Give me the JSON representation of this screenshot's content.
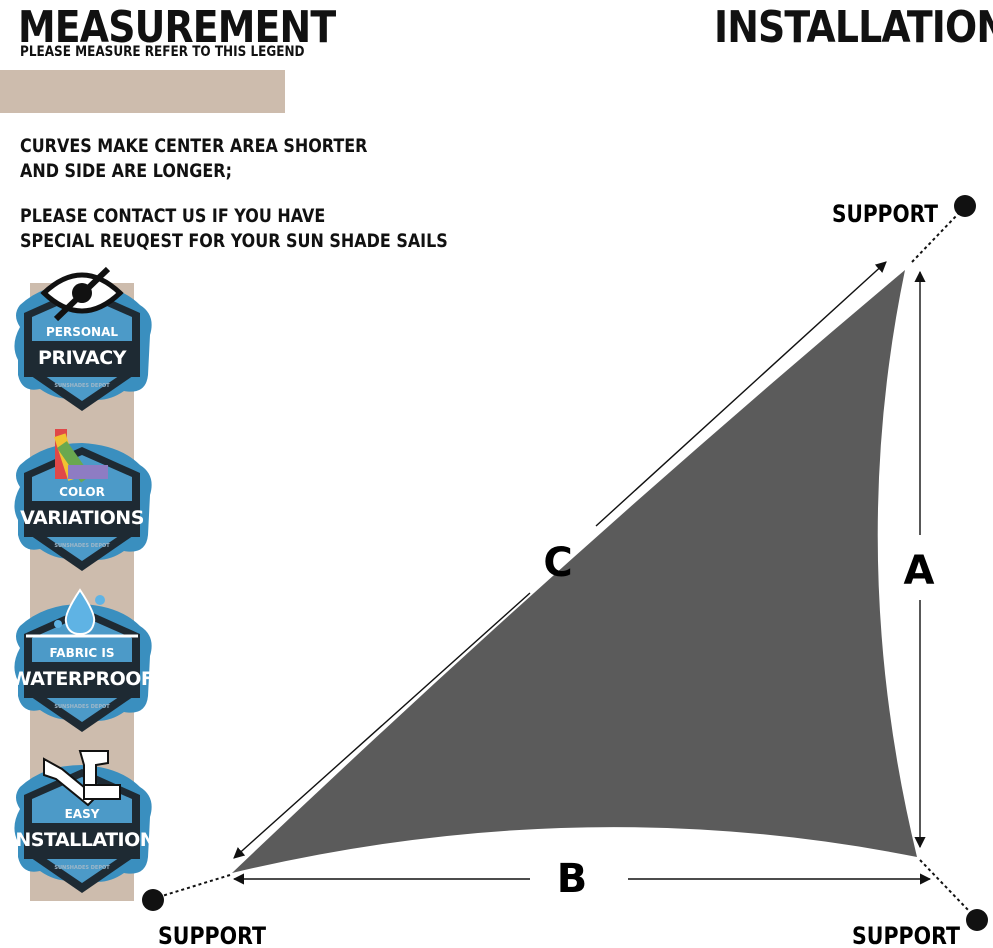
{
  "header": {
    "measurement_title": "MEASUREMENT",
    "measurement_subtitle": "PLEASE MEASURE REFER TO THIS LEGEND",
    "installation_title": "INSTALLATION"
  },
  "notes": {
    "line1": "CURVES MAKE CENTER AREA SHORTER\nAND SIDE ARE LONGER;",
    "line2": "PLEASE CONTACT US IF YOU HAVE\nSPECIAL REUQEST FOR YOUR SUN SHADE SAILS"
  },
  "badges": [
    {
      "small": "PERSONAL",
      "big": "PRIVACY",
      "brand": "SUNSHADES DEPOT",
      "icon": "eye-slash-icon"
    },
    {
      "small": "COLOR",
      "big": "VARIATIONS",
      "brand": "SUNSHADES DEPOT",
      "icon": "color-swatch-icon"
    },
    {
      "small": "FABRIC IS",
      "big": "WATERPROOF",
      "brand": "SUNSHADES DEPOT",
      "icon": "water-drop-icon"
    },
    {
      "small": "EASY",
      "big": "INSTALLATION",
      "brand": "SUNSHADES DEPOT",
      "icon": "tools-icon"
    }
  ],
  "diagram": {
    "support_top": "SUPPORT",
    "support_bottom_left": "SUPPORT",
    "support_bottom_right": "SUPPORT",
    "label_a": "A",
    "label_b": "B",
    "label_c": "C"
  },
  "colors": {
    "sail": "#5b5b5b",
    "tan": "#cdbcad",
    "badge_blue": "#3a8fbf",
    "badge_dark": "#1e2a33"
  }
}
